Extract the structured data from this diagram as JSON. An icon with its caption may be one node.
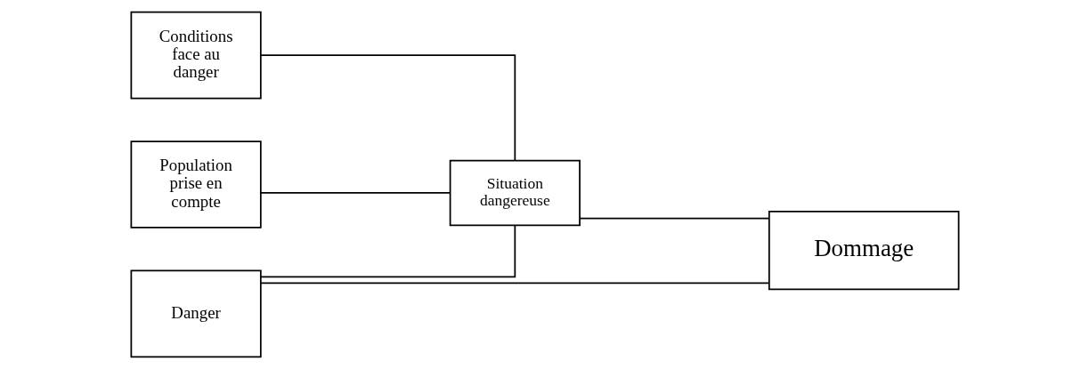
{
  "diagram": {
    "nodes": [
      {
        "text": [
          "Danger"
        ]
      },
      {
        "text": [
          "Conditions face au danger"
        ]
      },
      {
        "text": [
          "Population prise en compte"
        ]
      },
      {
        "text": [
          "Situation dangereuse"
        ]
      },
      {
        "text": [
          "Dommage"
        ]
      }
    ],
    "edges": [
      {
        "from": 0,
        "to": 4,
        "arrow": "none"
      },
      {
        "from": 0,
        "to": 3,
        "arrow": "none"
      },
      {
        "from": 1,
        "to": 3,
        "arrow": "none"
      },
      {
        "from": 3,
        "to": 4,
        "arrow": "none"
      },
      {
        "from": 2,
        "to": 3,
        "arrow": "none"
      }
    ]
  }
}
